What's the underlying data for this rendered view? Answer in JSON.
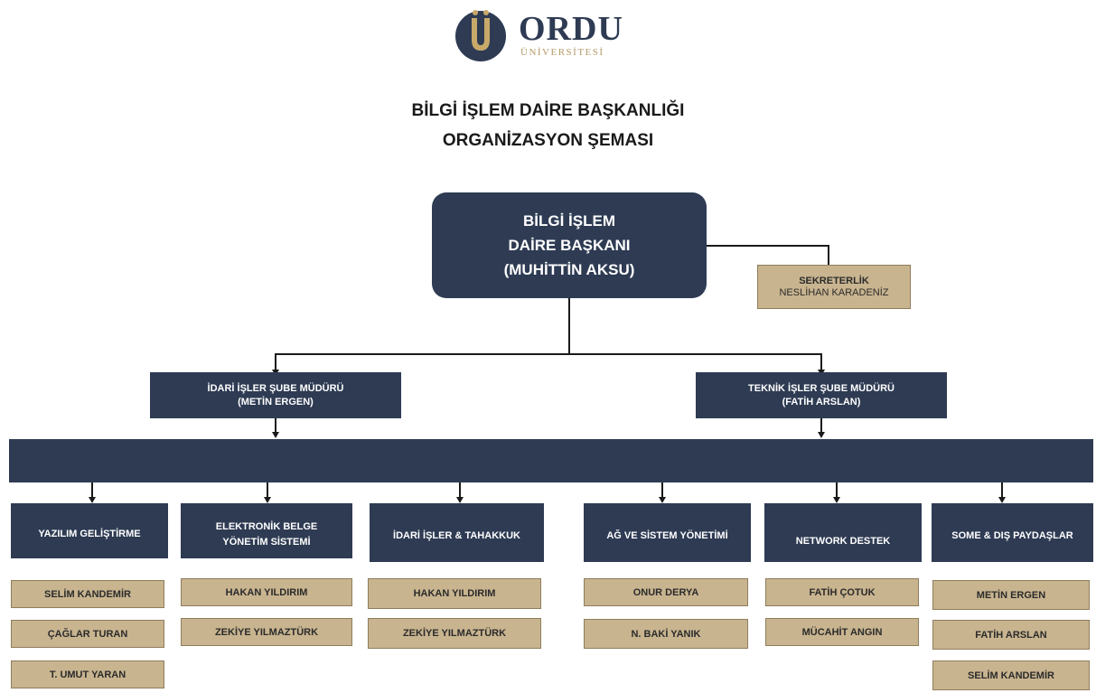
{
  "logo": {
    "main": "ORDU",
    "sub": "ÜNİVERSİTESİ"
  },
  "title": {
    "line1": "BİLGİ İŞLEM DAİRE BAŞKANLIĞI",
    "line2": "ORGANİZASYON ŞEMASI"
  },
  "head": {
    "line1": "BİLGİ İŞLEM",
    "line2": "DAİRE BAŞKANI",
    "line3": "(MUHİTTİN AKSU)"
  },
  "secretary": {
    "title": "SEKRETERLİK",
    "name": "NESLİHAN KARADENİZ"
  },
  "managers": [
    {
      "title": "İDARİ İŞLER ŞUBE MÜDÜRÜ",
      "name": "(METİN ERGEN)"
    },
    {
      "title": "TEKNİK İŞLER ŞUBE MÜDÜRÜ",
      "name": "(FATİH ARSLAN)"
    }
  ],
  "departments": [
    {
      "line1": "YAZILIM GELİŞTİRME",
      "line2": "",
      "staff": [
        "SELİM KANDEMİR",
        "ÇAĞLAR TURAN",
        "T. UMUT YARAN"
      ]
    },
    {
      "line1": "ELEKTRONİK BELGE",
      "line2": "YÖNETİM SİSTEMİ",
      "staff": [
        "HAKAN YILDIRIM",
        "ZEKİYE YILMAZTÜRK"
      ]
    },
    {
      "line1": "İDARİ İŞLER & TAHAKKUK",
      "line2": "",
      "staff": [
        "HAKAN YILDIRIM",
        "ZEKİYE YILMAZTÜRK"
      ]
    },
    {
      "line1": "AĞ VE SİSTEM YÖNETİMİ",
      "line2": "",
      "staff": [
        "ONUR DERYA",
        "N. BAKİ YANIK"
      ]
    },
    {
      "line1": "NETWORK DESTEK",
      "line2": "",
      "staff": [
        "FATİH ÇOTUK",
        "MÜCAHİT ANGIN"
      ]
    },
    {
      "line1": "SOME & DIŞ PAYDAŞLAR",
      "line2": "",
      "staff": [
        "METİN ERGEN",
        "FATİH ARSLAN",
        "SELİM KANDEMİR"
      ]
    }
  ],
  "colors": {
    "navy": "#2e3b53",
    "gold": "#c8b48f",
    "accent": "#b49a66"
  }
}
